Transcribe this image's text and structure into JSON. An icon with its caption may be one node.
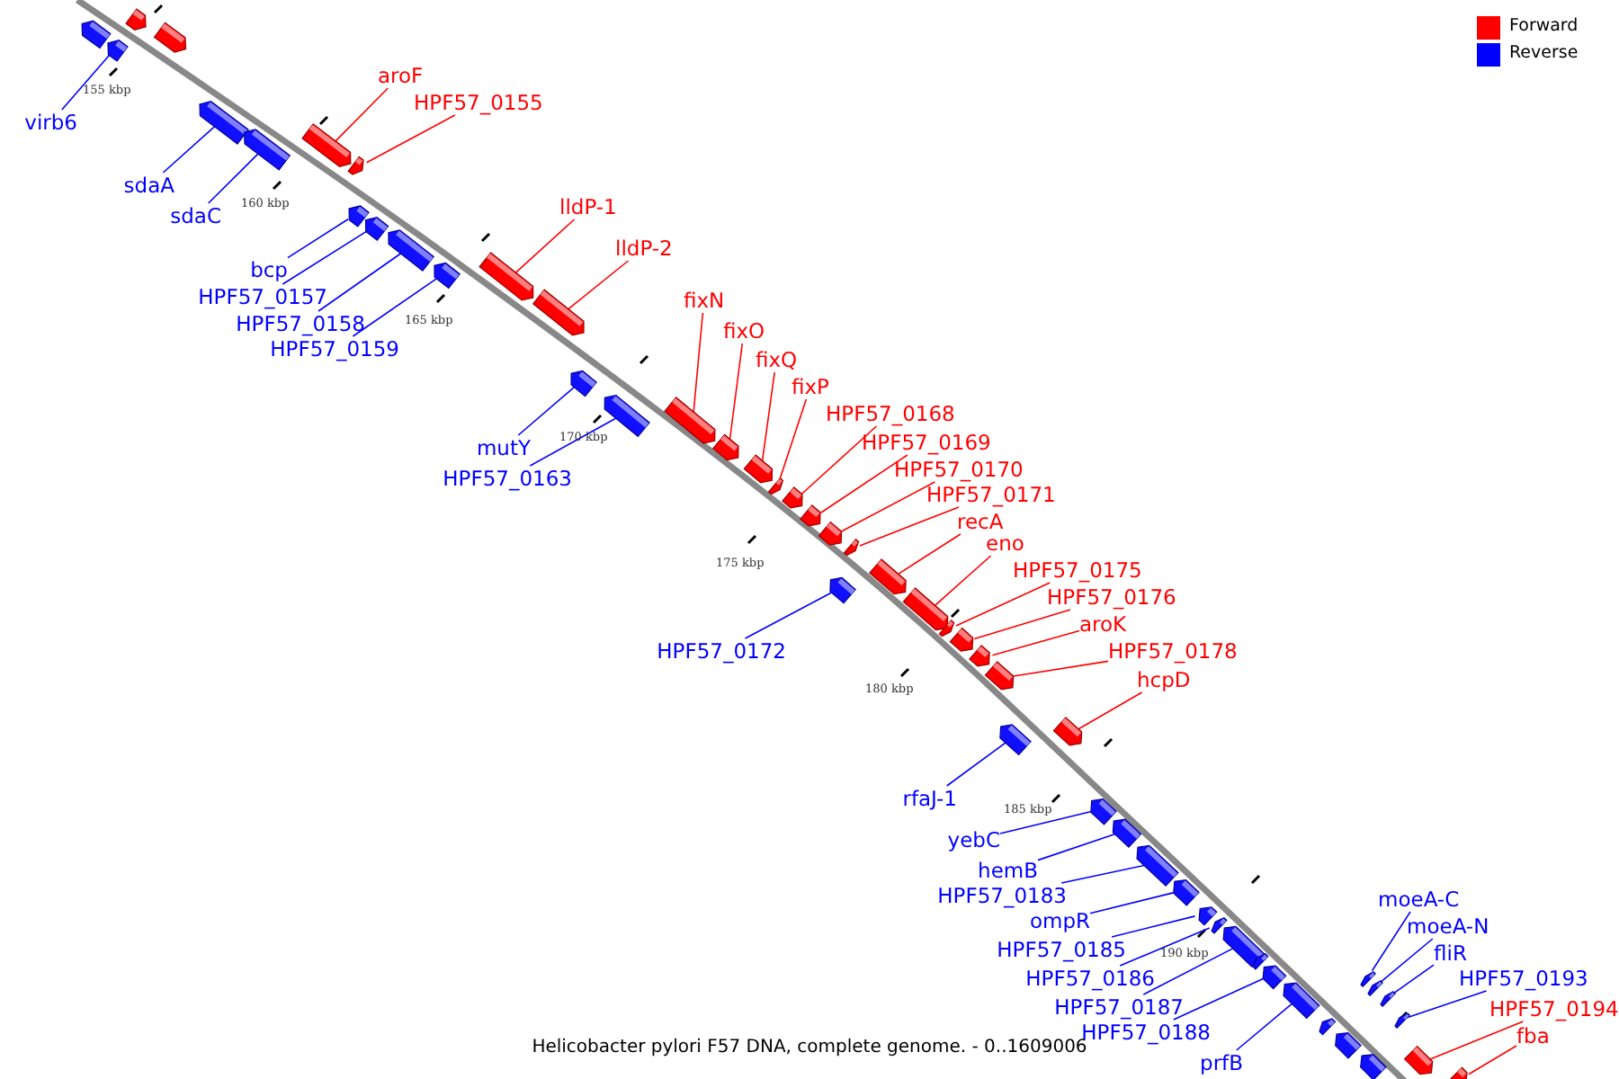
{
  "diagram": {
    "caption": "Helicobacter pylori F57 DNA, complete genome. - 0..1609006",
    "nodes": [
      {
        "text": [
          "virb6"
        ]
      },
      {
        "text": [
          "aroF"
        ]
      },
      {
        "text": [
          "HPF57_0155"
        ]
      },
      {
        "text": [
          "sdaA"
        ]
      },
      {
        "text": [
          "sdaC"
        ]
      },
      {
        "text": [
          "bcp"
        ]
      },
      {
        "text": [
          "HPF57_0157"
        ]
      },
      {
        "text": [
          "HPF57_0158"
        ]
      },
      {
        "text": [
          "HPF57_0159"
        ]
      },
      {
        "text": [
          "lldP-1"
        ]
      },
      {
        "text": [
          "lldP-2"
        ]
      },
      {
        "text": [
          "mutY"
        ]
      },
      {
        "text": [
          "HPF57_0163"
        ]
      },
      {
        "text": [
          "fixN"
        ]
      },
      {
        "text": [
          "fixO"
        ]
      },
      {
        "text": [
          "fixQ"
        ]
      },
      {
        "text": [
          "fixP"
        ]
      },
      {
        "text": [
          "HPF57_0168"
        ]
      },
      {
        "text": [
          "HPF57_0169"
        ]
      },
      {
        "text": [
          "HPF57_0170"
        ]
      },
      {
        "text": [
          "HPF57_0171"
        ]
      },
      {
        "text": [
          "recA"
        ]
      },
      {
        "text": [
          "eno"
        ]
      },
      {
        "text": [
          "HPF57_0175"
        ]
      },
      {
        "text": [
          "HPF57_0176"
        ]
      },
      {
        "text": [
          "aroK"
        ]
      },
      {
        "text": [
          "HPF57_0178"
        ]
      },
      {
        "text": [
          "HPF57_0172"
        ]
      },
      {
        "text": [
          "hcpD"
        ]
      },
      {
        "text": [
          "rfaJ-1"
        ]
      },
      {
        "text": [
          "yebC"
        ]
      },
      {
        "text": [
          "hemB"
        ]
      },
      {
        "text": [
          "HPF57_0183"
        ]
      },
      {
        "text": [
          "ompR"
        ]
      },
      {
        "text": [
          "HPF57_0185"
        ]
      },
      {
        "text": [
          "HPF57_0186"
        ]
      },
      {
        "text": [
          "HPF57_0187"
        ]
      },
      {
        "text": [
          "HPF57_0188"
        ]
      },
      {
        "text": [
          "prfB"
        ]
      },
      {
        "text": [
          "moeA-C"
        ]
      },
      {
        "text": [
          "moeA-N"
        ]
      },
      {
        "text": [
          "fliR"
        ]
      },
      {
        "text": [
          "HPF57_0193"
        ]
      },
      {
        "text": [
          "HPF57_0194"
        ]
      },
      {
        "text": [
          "fba"
        ]
      },
      {
        "text": [],
        "shape": "bar"
      },
      {
        "text": [],
        "shape": "bar"
      },
      {
        "text": [],
        "shape": "bar"
      },
      {
        "text": [],
        "shape": "bar"
      },
      {
        "text": [],
        "shape": "bar"
      },
      {
        "text": [],
        "shape": "bar"
      },
      {
        "text": [],
        "shape": "bar"
      },
      {
        "text": [],
        "shape": "bar"
      },
      {
        "text": [],
        "shape": "bar"
      },
      {
        "text": [],
        "shape": "bar"
      },
      {
        "text": [],
        "shape": "bar"
      },
      {
        "text": [],
        "shape": "bar"
      },
      {
        "text": [],
        "shape": "bar"
      },
      {
        "text": [],
        "shape": "bar"
      },
      {
        "text": [],
        "shape": "bar"
      },
      {
        "text": [],
        "shape": "bar"
      },
      {
        "text": [],
        "shape": "bar"
      },
      {
        "text": [],
        "shape": "bar"
      },
      {
        "text": [],
        "shape": "bar"
      },
      {
        "text": [],
        "shape": "bar"
      },
      {
        "text": [],
        "shape": "bar"
      },
      {
        "text": [],
        "shape": "bar"
      },
      {
        "text": [],
        "shape": "bar"
      },
      {
        "text": [],
        "shape": "bar"
      },
      {
        "text": [],
        "shape": "bar"
      },
      {
        "text": [],
        "shape": "bar"
      },
      {
        "text": [],
        "shape": "bar"
      },
      {
        "text": [],
        "shape": "bar"
      },
      {
        "text": [],
        "shape": "bar"
      },
      {
        "text": [],
        "shape": "bar"
      },
      {
        "text": [],
        "shape": "bar"
      },
      {
        "text": [],
        "shape": "bar"
      },
      {
        "text": [],
        "shape": "bar"
      },
      {
        "text": [],
        "shape": "bar"
      },
      {
        "text": [],
        "shape": "bar"
      },
      {
        "text": [],
        "shape": "bar"
      },
      {
        "text": [],
        "shape": "bar"
      },
      {
        "text": [],
        "shape": "bar"
      },
      {
        "text": [],
        "shape": "bar"
      },
      {
        "text": [],
        "shape": "bar"
      },
      {
        "text": [],
        "shape": "bar"
      },
      {
        "text": [],
        "shape": "bar"
      },
      {
        "text": [],
        "shape": "bar"
      },
      {
        "text": [],
        "shape": "bar"
      },
      {
        "text": [],
        "shape": "bar"
      },
      {
        "text": [],
        "shape": "bar"
      },
      {
        "text": [],
        "shape": "bar"
      },
      {
        "text": [],
        "shape": "bar"
      },
      {
        "text": [],
        "shape": "bar"
      },
      {
        "text": [],
        "shape": "bar"
      },
      {
        "text": [],
        "shape": "bar"
      },
      {
        "text": [],
        "shape": "bar"
      }
    ],
    "edges": [
      {
        "from": 0,
        "to": 45,
        "arrow": "none"
      },
      {
        "from": 1,
        "to": 46,
        "arrow": "none",
        "color": "#ff0000"
      },
      {
        "from": 2,
        "to": 47,
        "arrow": "none",
        "color": "#ff0000"
      },
      {
        "from": 3,
        "to": 48,
        "arrow": "none"
      },
      {
        "from": 4,
        "to": 49,
        "arrow": "none"
      },
      {
        "from": 5,
        "to": 50,
        "arrow": "none"
      },
      {
        "from": 6,
        "to": 51,
        "arrow": "none"
      },
      {
        "from": 7,
        "to": 52,
        "arrow": "none"
      },
      {
        "from": 8,
        "to": 53,
        "arrow": "none"
      },
      {
        "from": 9,
        "to": 54,
        "arrow": "none",
        "color": "#ff0000"
      },
      {
        "from": 10,
        "to": 55,
        "arrow": "none",
        "color": "#ff0000"
      },
      {
        "from": 11,
        "to": 56,
        "arrow": "none"
      },
      {
        "from": 12,
        "to": 57,
        "arrow": "none"
      },
      {
        "from": 13,
        "to": 58,
        "arrow": "none",
        "color": "#ff0000"
      },
      {
        "from": 14,
        "to": 59,
        "arrow": "none",
        "color": "#ff0000"
      },
      {
        "from": 15,
        "to": 60,
        "arrow": "none",
        "color": "#ff0000"
      },
      {
        "from": 16,
        "to": 61,
        "arrow": "none",
        "color": "#ff0000"
      },
      {
        "from": 17,
        "to": 62,
        "arrow": "none",
        "color": "#ff0000"
      },
      {
        "from": 18,
        "to": 63,
        "arrow": "none",
        "color": "#ff0000"
      },
      {
        "from": 19,
        "to": 64,
        "arrow": "none",
        "color": "#ff0000"
      },
      {
        "from": 20,
        "to": 65,
        "arrow": "none",
        "color": "#ff0000"
      },
      {
        "from": 21,
        "to": 66,
        "arrow": "none",
        "color": "#ff0000"
      },
      {
        "from": 22,
        "to": 67,
        "arrow": "none",
        "color": "#ff0000"
      },
      {
        "from": 23,
        "to": 68,
        "arrow": "none",
        "color": "#ff0000"
      },
      {
        "from": 24,
        "to": 69,
        "arrow": "none",
        "color": "#ff0000"
      },
      {
        "from": 25,
        "to": 70,
        "arrow": "none",
        "color": "#ff0000"
      },
      {
        "from": 26,
        "to": 71,
        "arrow": "none",
        "color": "#ff0000"
      },
      {
        "from": 27,
        "to": 72,
        "arrow": "none"
      },
      {
        "from": 28,
        "to": 73,
        "arrow": "none",
        "color": "#ff0000"
      },
      {
        "from": 29,
        "to": 74,
        "arrow": "none"
      },
      {
        "from": 30,
        "to": 75,
        "arrow": "none"
      },
      {
        "from": 31,
        "to": 76,
        "arrow": "none"
      },
      {
        "from": 32,
        "to": 77,
        "arrow": "none"
      },
      {
        "from": 33,
        "to": 78,
        "arrow": "none"
      },
      {
        "from": 34,
        "to": 79,
        "arrow": "none"
      },
      {
        "from": 35,
        "to": 80,
        "arrow": "none"
      },
      {
        "from": 36,
        "to": 81,
        "arrow": "none"
      },
      {
        "from": 37,
        "to": 82,
        "arrow": "none"
      },
      {
        "from": 38,
        "to": 83,
        "arrow": "none"
      },
      {
        "from": 39,
        "to": 84,
        "arrow": "none"
      },
      {
        "from": 40,
        "to": 85,
        "arrow": "none"
      },
      {
        "from": 41,
        "to": 86,
        "arrow": "none"
      },
      {
        "from": 42,
        "to": 87,
        "arrow": "none"
      },
      {
        "from": 43,
        "to": 88,
        "arrow": "none",
        "color": "#ff0000"
      },
      {
        "from": 44,
        "to": 89,
        "arrow": "none",
        "color": "#ff0000"
      }
    ],
    "labels": [
      "155 kbp",
      "160 kbp",
      "165 kbp",
      "170 kbp",
      "175 kbp",
      "180 kbp",
      "185 kbp",
      "190 kbp"
    ],
    "legend": [
      {
        "text": "Forward",
        "color": "#ff0000"
      },
      {
        "text": "Reverse",
        "color": "#0000ff"
      }
    ]
  }
}
